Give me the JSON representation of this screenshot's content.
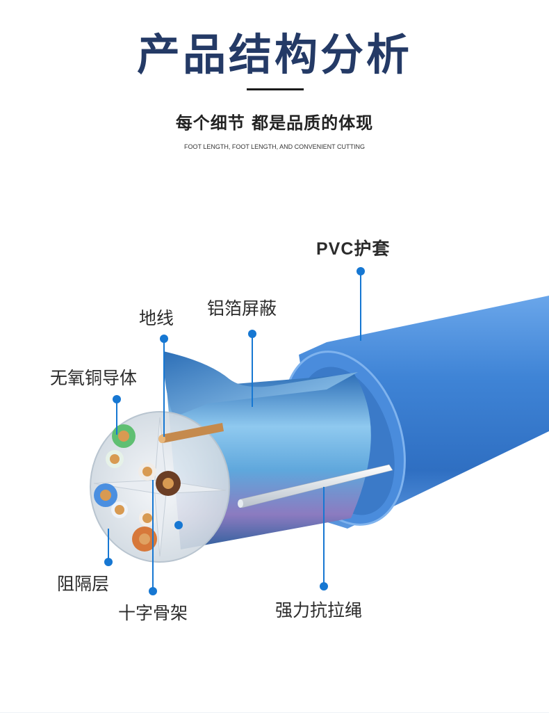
{
  "header": {
    "title": "产品结构分析",
    "subtitle": "每个细节 都是品质的体现",
    "caption": "FOOT LENGTH, FOOT LENGTH, AND CONVENIENT CUTTING"
  },
  "callouts": {
    "pvc_jacket": "PVC护套",
    "foil_shield": "铝箔屏蔽",
    "ground_wire": "地线",
    "copper_conductor": "无氧铜导体",
    "isolation_layer": "阻隔层",
    "cross_frame": "十字骨架",
    "rip_cord": "强力抗拉绳"
  },
  "colors": {
    "title": "#243a66",
    "marker": "#1677d2",
    "jacket": "#3f84d6",
    "copper": "#c8843e"
  }
}
